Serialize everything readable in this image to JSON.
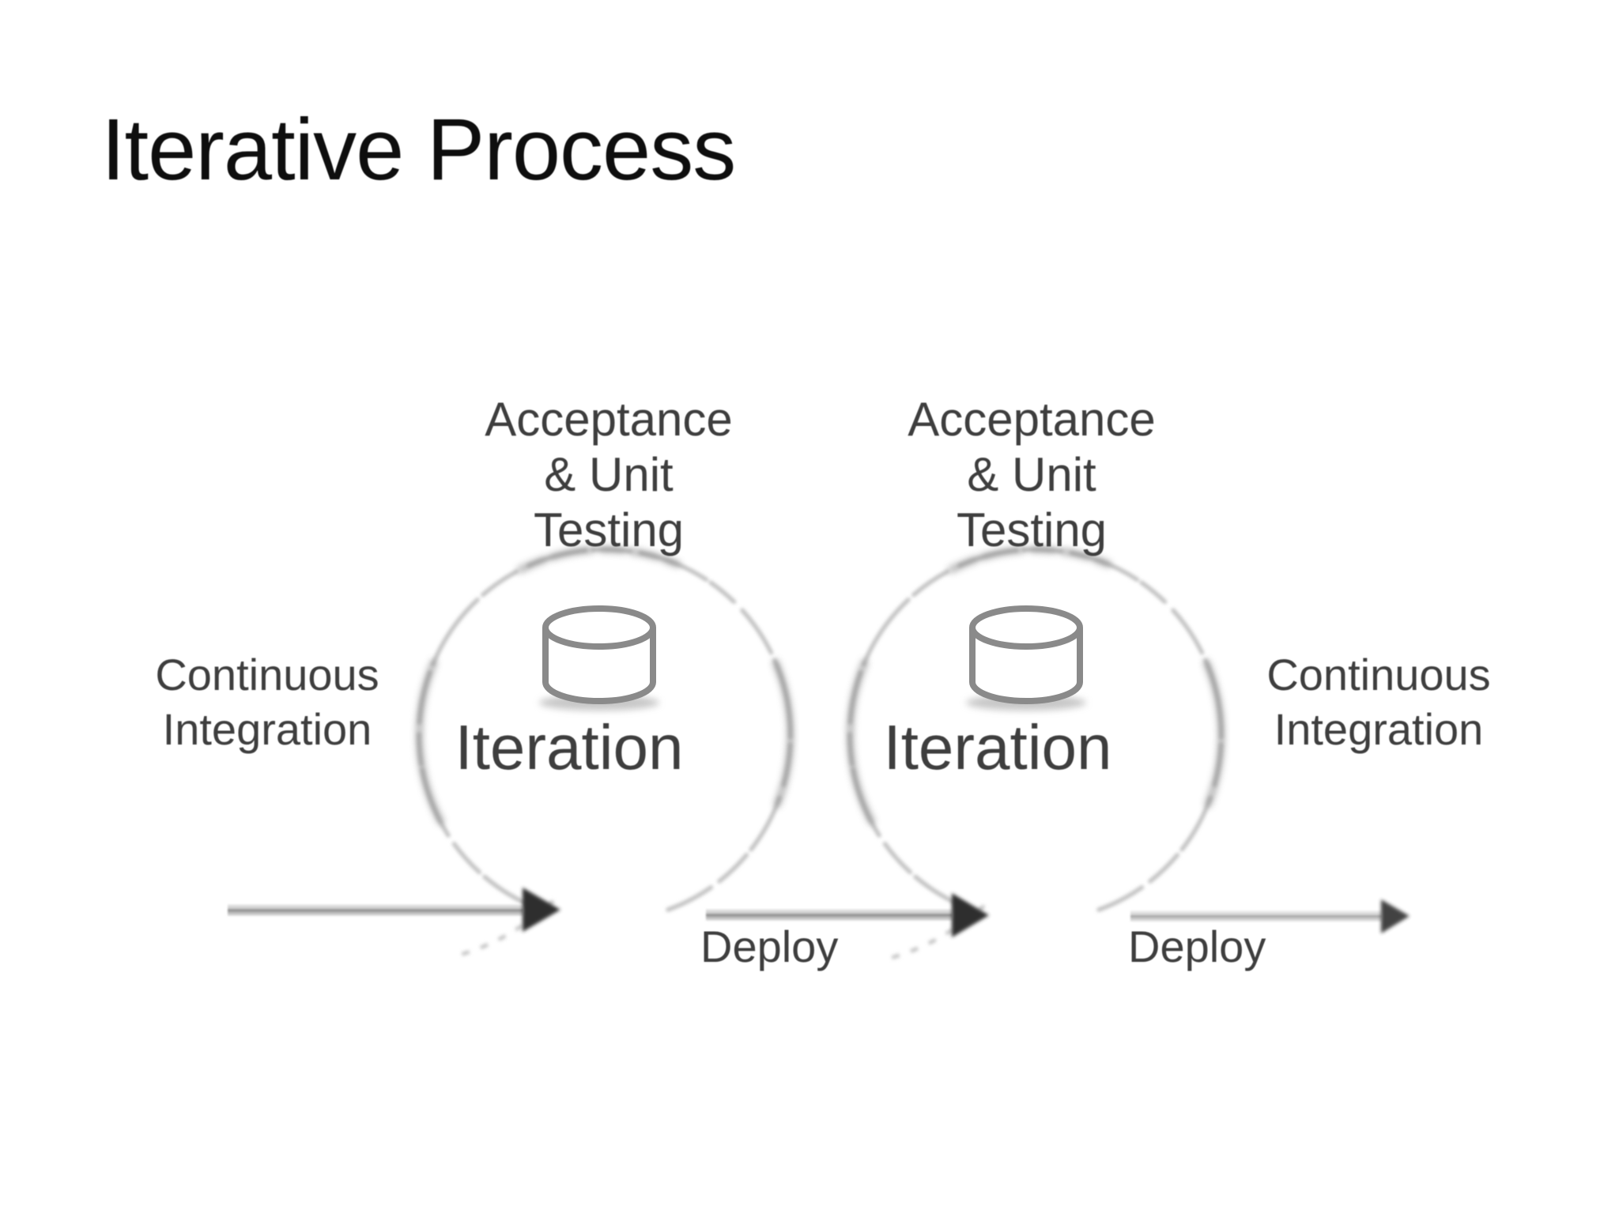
{
  "title": "Iterative Process",
  "loops": [
    {
      "top_label_lines": [
        "Acceptance",
        "& Unit",
        "Testing"
      ],
      "center_label": "Iteration",
      "icon": "database-icon"
    },
    {
      "top_label_lines": [
        "Acceptance",
        "& Unit",
        "Testing"
      ],
      "center_label": "Iteration",
      "icon": "database-icon"
    }
  ],
  "flow": {
    "left_label_lines": [
      "Continuous",
      "Integration"
    ],
    "right_label_lines": [
      "Continuous",
      "Integration"
    ],
    "deploy_labels": [
      "Deploy",
      "Deploy"
    ]
  },
  "colors": {
    "background": "#ffffff",
    "title_text": "#0e0e0e",
    "label_text": "#3e3e3e",
    "loop_arc": "#c2c2c2",
    "loop_arc_dark": "#8d8d8d",
    "cylinder_stroke": "#8a8a8a",
    "arrow_head": "#2d2d2d"
  }
}
